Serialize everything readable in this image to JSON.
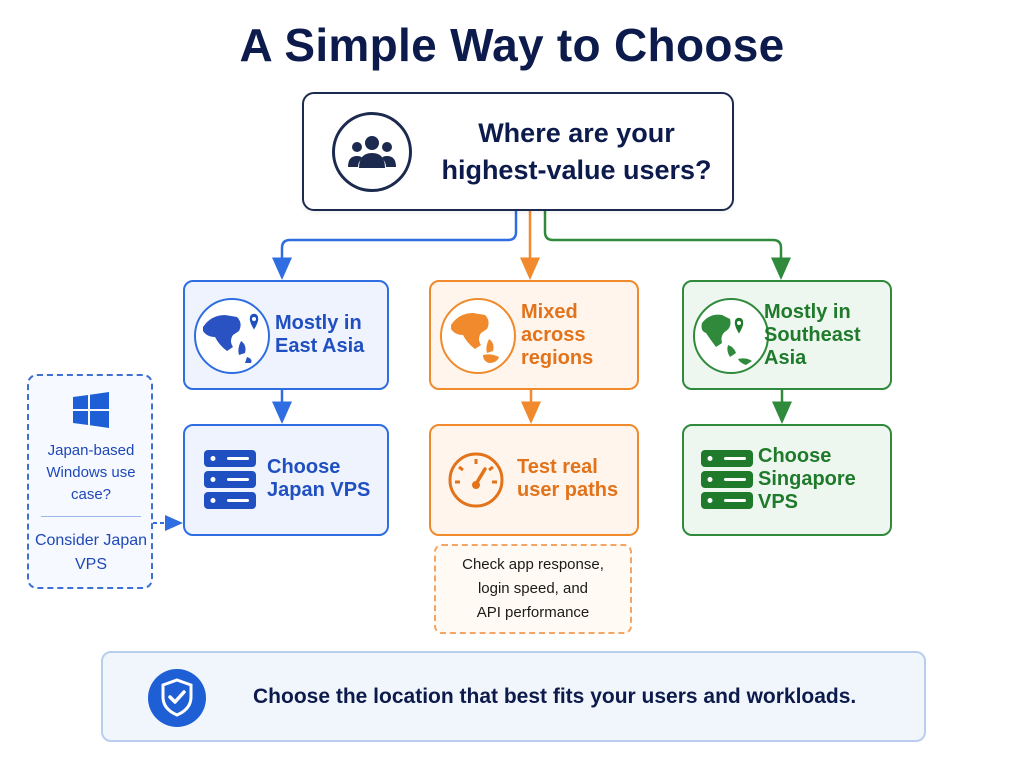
{
  "title": "A Simple Way to Choose",
  "question": {
    "text": "Where are your highest-value users?",
    "icon": "users-group-icon"
  },
  "branches": [
    {
      "id": "east-asia",
      "color": "#2f6ee0",
      "region_label": "Mostly in East Asia",
      "region_icon": "globe-east-asia-pin-icon",
      "action_label": "Choose Japan VPS",
      "action_icon": "server-stack-icon"
    },
    {
      "id": "mixed",
      "color": "#f08a2c",
      "region_label": "Mixed across regions",
      "region_icon": "globe-mixed-icon",
      "action_label": "Test real user paths",
      "action_icon": "speedometer-icon"
    },
    {
      "id": "southeast-asia",
      "color": "#2f8a3c",
      "region_label": "Mostly in Southeast Asia",
      "region_icon": "globe-southeast-asia-pin-icon",
      "action_label": "Choose Singapore VPS",
      "action_icon": "server-stack-icon"
    }
  ],
  "side_note": {
    "icon": "windows-logo-icon",
    "question": "Japan-based Windows use case?",
    "answer": "Consider Japan VPS"
  },
  "test_note": "Check app response,\nlogin speed, and\nAPI performance",
  "footer": {
    "icon": "shield-check-icon",
    "text": "Choose the location that best fits your users and workloads."
  }
}
